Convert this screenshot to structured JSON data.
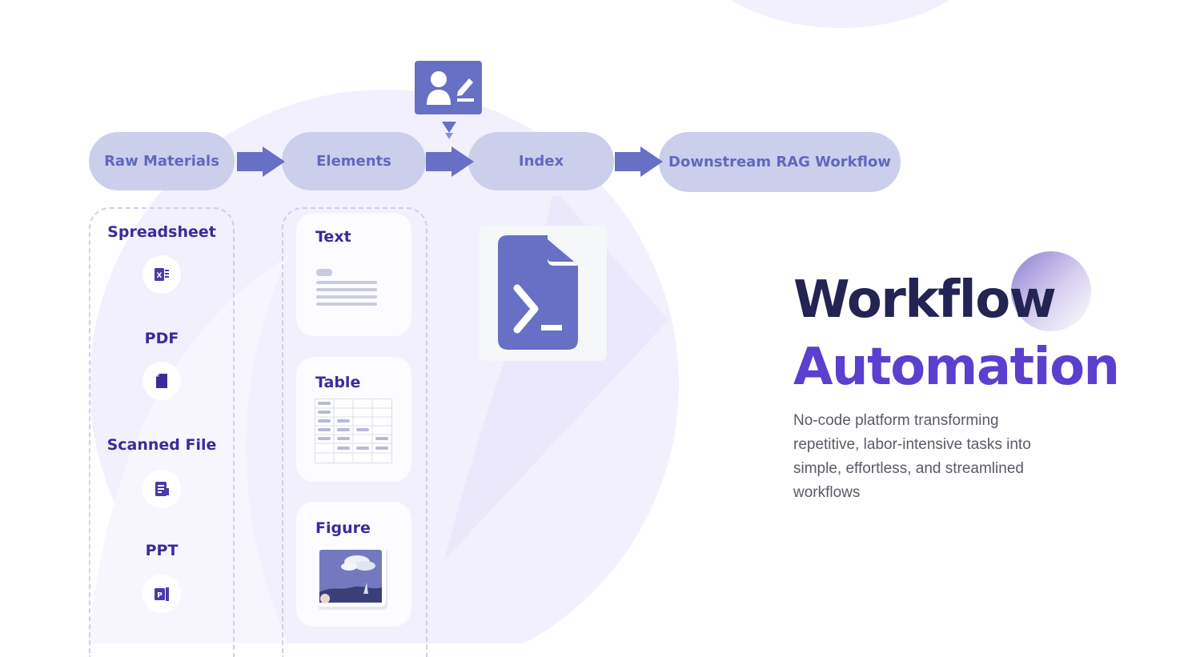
{
  "pipeline": {
    "stages": [
      {
        "label": "Raw Materials"
      },
      {
        "label": "Elements"
      },
      {
        "label": "Index"
      },
      {
        "label": "Downstream RAG Workflow"
      }
    ]
  },
  "sources": [
    {
      "label": "Spreadsheet",
      "icon": "spreadsheet-icon"
    },
    {
      "label": "PDF",
      "icon": "pdf-icon"
    },
    {
      "label": "Scanned File",
      "icon": "scanned-file-icon"
    },
    {
      "label": "PPT",
      "icon": "ppt-icon"
    }
  ],
  "elements": [
    {
      "label": "Text",
      "icon": "text-lines-icon"
    },
    {
      "label": "Table",
      "icon": "table-grid-icon"
    },
    {
      "label": "Figure",
      "icon": "figure-image-icon"
    }
  ],
  "icons": {
    "human_review": "user-edit-icon",
    "index": "terminal-file-icon"
  },
  "hero": {
    "title_line1": "Workflow",
    "title_line2": "Automation",
    "description": "No-code platform transforming repetitive, labor-intensive tasks into simple, effortless, and streamlined workflows"
  },
  "colors": {
    "accent": "#6770c4",
    "pill_bg": "#cbcfeb",
    "pill_text": "#6068be",
    "label_dark": "#3d2a99",
    "title_dark": "#232453",
    "title_purple": "#5b3fcf",
    "background_blob": "#f2f0fd"
  }
}
